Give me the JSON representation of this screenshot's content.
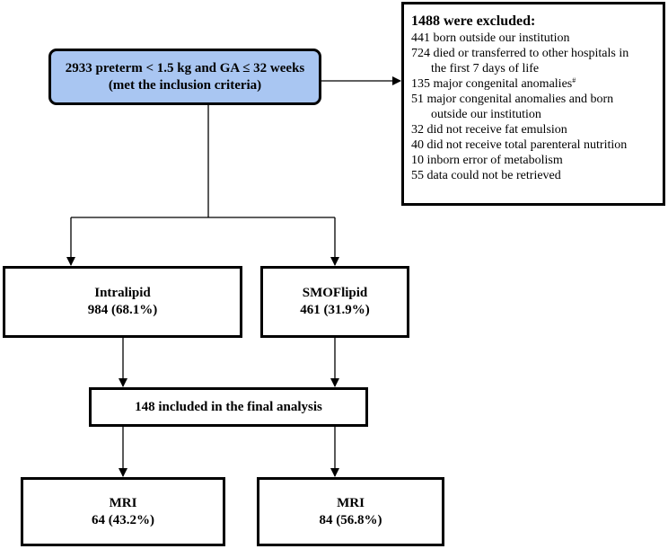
{
  "root": {
    "line1": "2933 preterm < 1.5 kg and GA ≤ 32 weeks",
    "line2": "(met the inclusion criteria)"
  },
  "excluded": {
    "title": "1488 were excluded:",
    "items": [
      {
        "text": "441 born outside our institution",
        "cont": ""
      },
      {
        "text": "724 died or transferred to other hospitals in",
        "cont": "the first 7 days of life"
      },
      {
        "text": "135 major congenital anomalies",
        "sup": "#",
        "cont": ""
      },
      {
        "text": "51 major congenital anomalies and born",
        "cont": "outside our institution"
      },
      {
        "text": "32 did not receive fat emulsion",
        "cont": ""
      },
      {
        "text": "40 did not receive total parenteral nutrition",
        "cont": ""
      },
      {
        "text": "10 inborn error of metabolism",
        "cont": ""
      },
      {
        "text": "55 data could not be retrieved",
        "cont": ""
      }
    ]
  },
  "intralipid": {
    "name": "Intralipid",
    "count": "984 (68.1%)"
  },
  "smoflipid": {
    "name": "SMOFlipid",
    "count": "461 (31.9%)"
  },
  "final": {
    "label": "148 included in the final analysis"
  },
  "mri_left": {
    "name": "MRI",
    "count": "64 (43.2%)"
  },
  "mri_right": {
    "name": "MRI",
    "count": "84 (56.8%)"
  }
}
